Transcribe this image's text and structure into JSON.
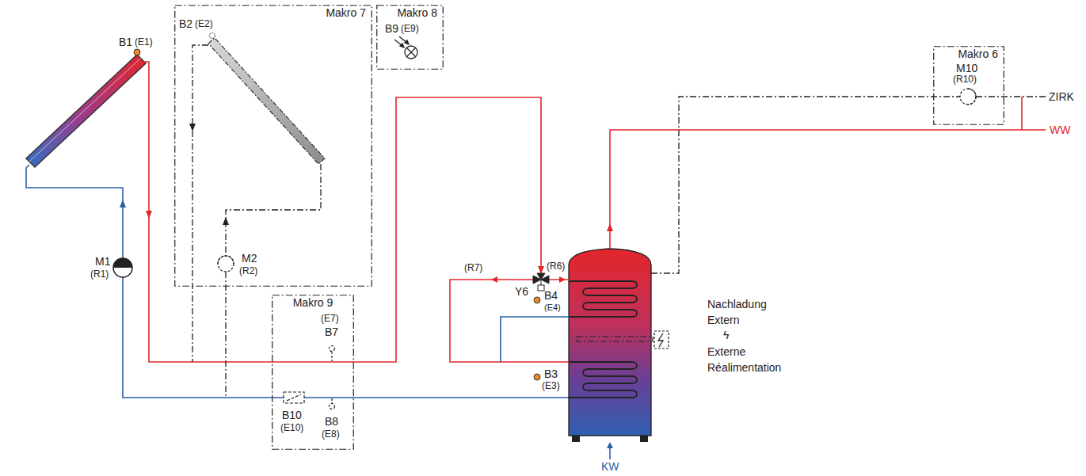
{
  "diagram": {
    "nodes": [
      {
        "text": [
          "Makro 7"
        ]
      },
      {
        "text": [
          "Makro 8"
        ]
      },
      {
        "text": [
          "Makro 6"
        ]
      },
      {
        "text": [
          "Makro 9"
        ]
      }
    ],
    "labels": [
      "B1",
      "(E1)",
      "B2",
      "(E2)",
      "B9",
      "(E9)",
      "M10",
      "(R10)",
      "ZIRK",
      "WW",
      "M1",
      "(R1)",
      "M2",
      "(R2)",
      "(R7)",
      "(R6)",
      "Y6",
      "B4",
      "(E4)",
      "Nachladung",
      "Extern",
      "ϟ",
      "Externe",
      "Réalimentation",
      "(E7)",
      "B7",
      "B3",
      "(E3)",
      "B10",
      "(E10)",
      "B8",
      "(E8)",
      "KW"
    ]
  }
}
